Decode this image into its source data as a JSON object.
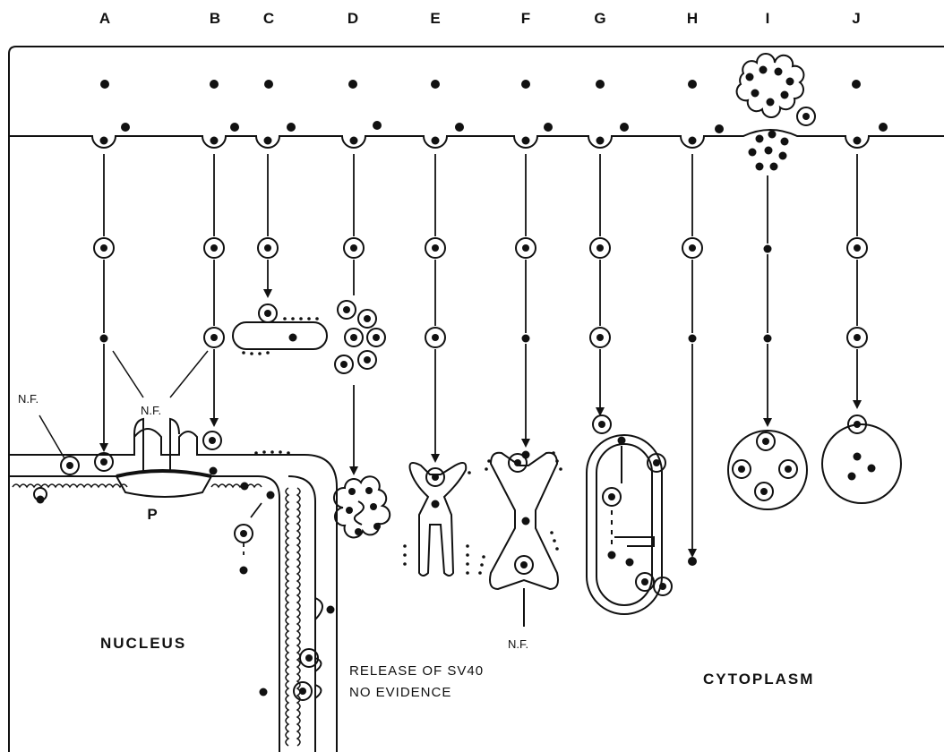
{
  "columns": [
    "A",
    "B",
    "C",
    "D",
    "E",
    "F",
    "G",
    "H",
    "I",
    "J"
  ],
  "labels": {
    "nucleus": "NUCLEUS",
    "cytoplasm": "CYTOPLASM",
    "release_line1": "RELEASE OF SV40",
    "release_line2": "NO EVIDENCE",
    "nf_a": "N.F.",
    "nf_center": "N.F.",
    "nf_f": "N.F.",
    "pore": "P"
  },
  "colors": {
    "ink": "#111111",
    "background": "#ffffff"
  }
}
